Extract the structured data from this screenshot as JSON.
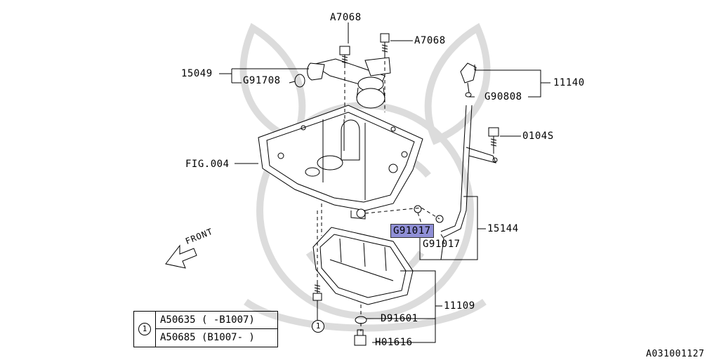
{
  "labels": {
    "a7068_top": "A7068",
    "a7068_right": "A7068",
    "p15049": "15049",
    "g91708": "G91708",
    "p11140": "11140",
    "g90808": "G90808",
    "p0104s": "0104S",
    "fig004": "FIG.004",
    "g91017_hl": "G91017",
    "g91017": "G91017",
    "p15144": "15144",
    "p11109": "11109",
    "d91601": "D91601",
    "h01616": "H01616",
    "front": "FRONT",
    "diagram_id": "A031001127"
  },
  "legend": {
    "ref": "1",
    "row1": "A50635 ( -B1007)",
    "row2": "A50685 (B1007- )"
  },
  "callout_ref": "1",
  "colors": {
    "line": "#000000",
    "highlight": "#8f8fd6",
    "watermark": "#d8d8d8"
  }
}
